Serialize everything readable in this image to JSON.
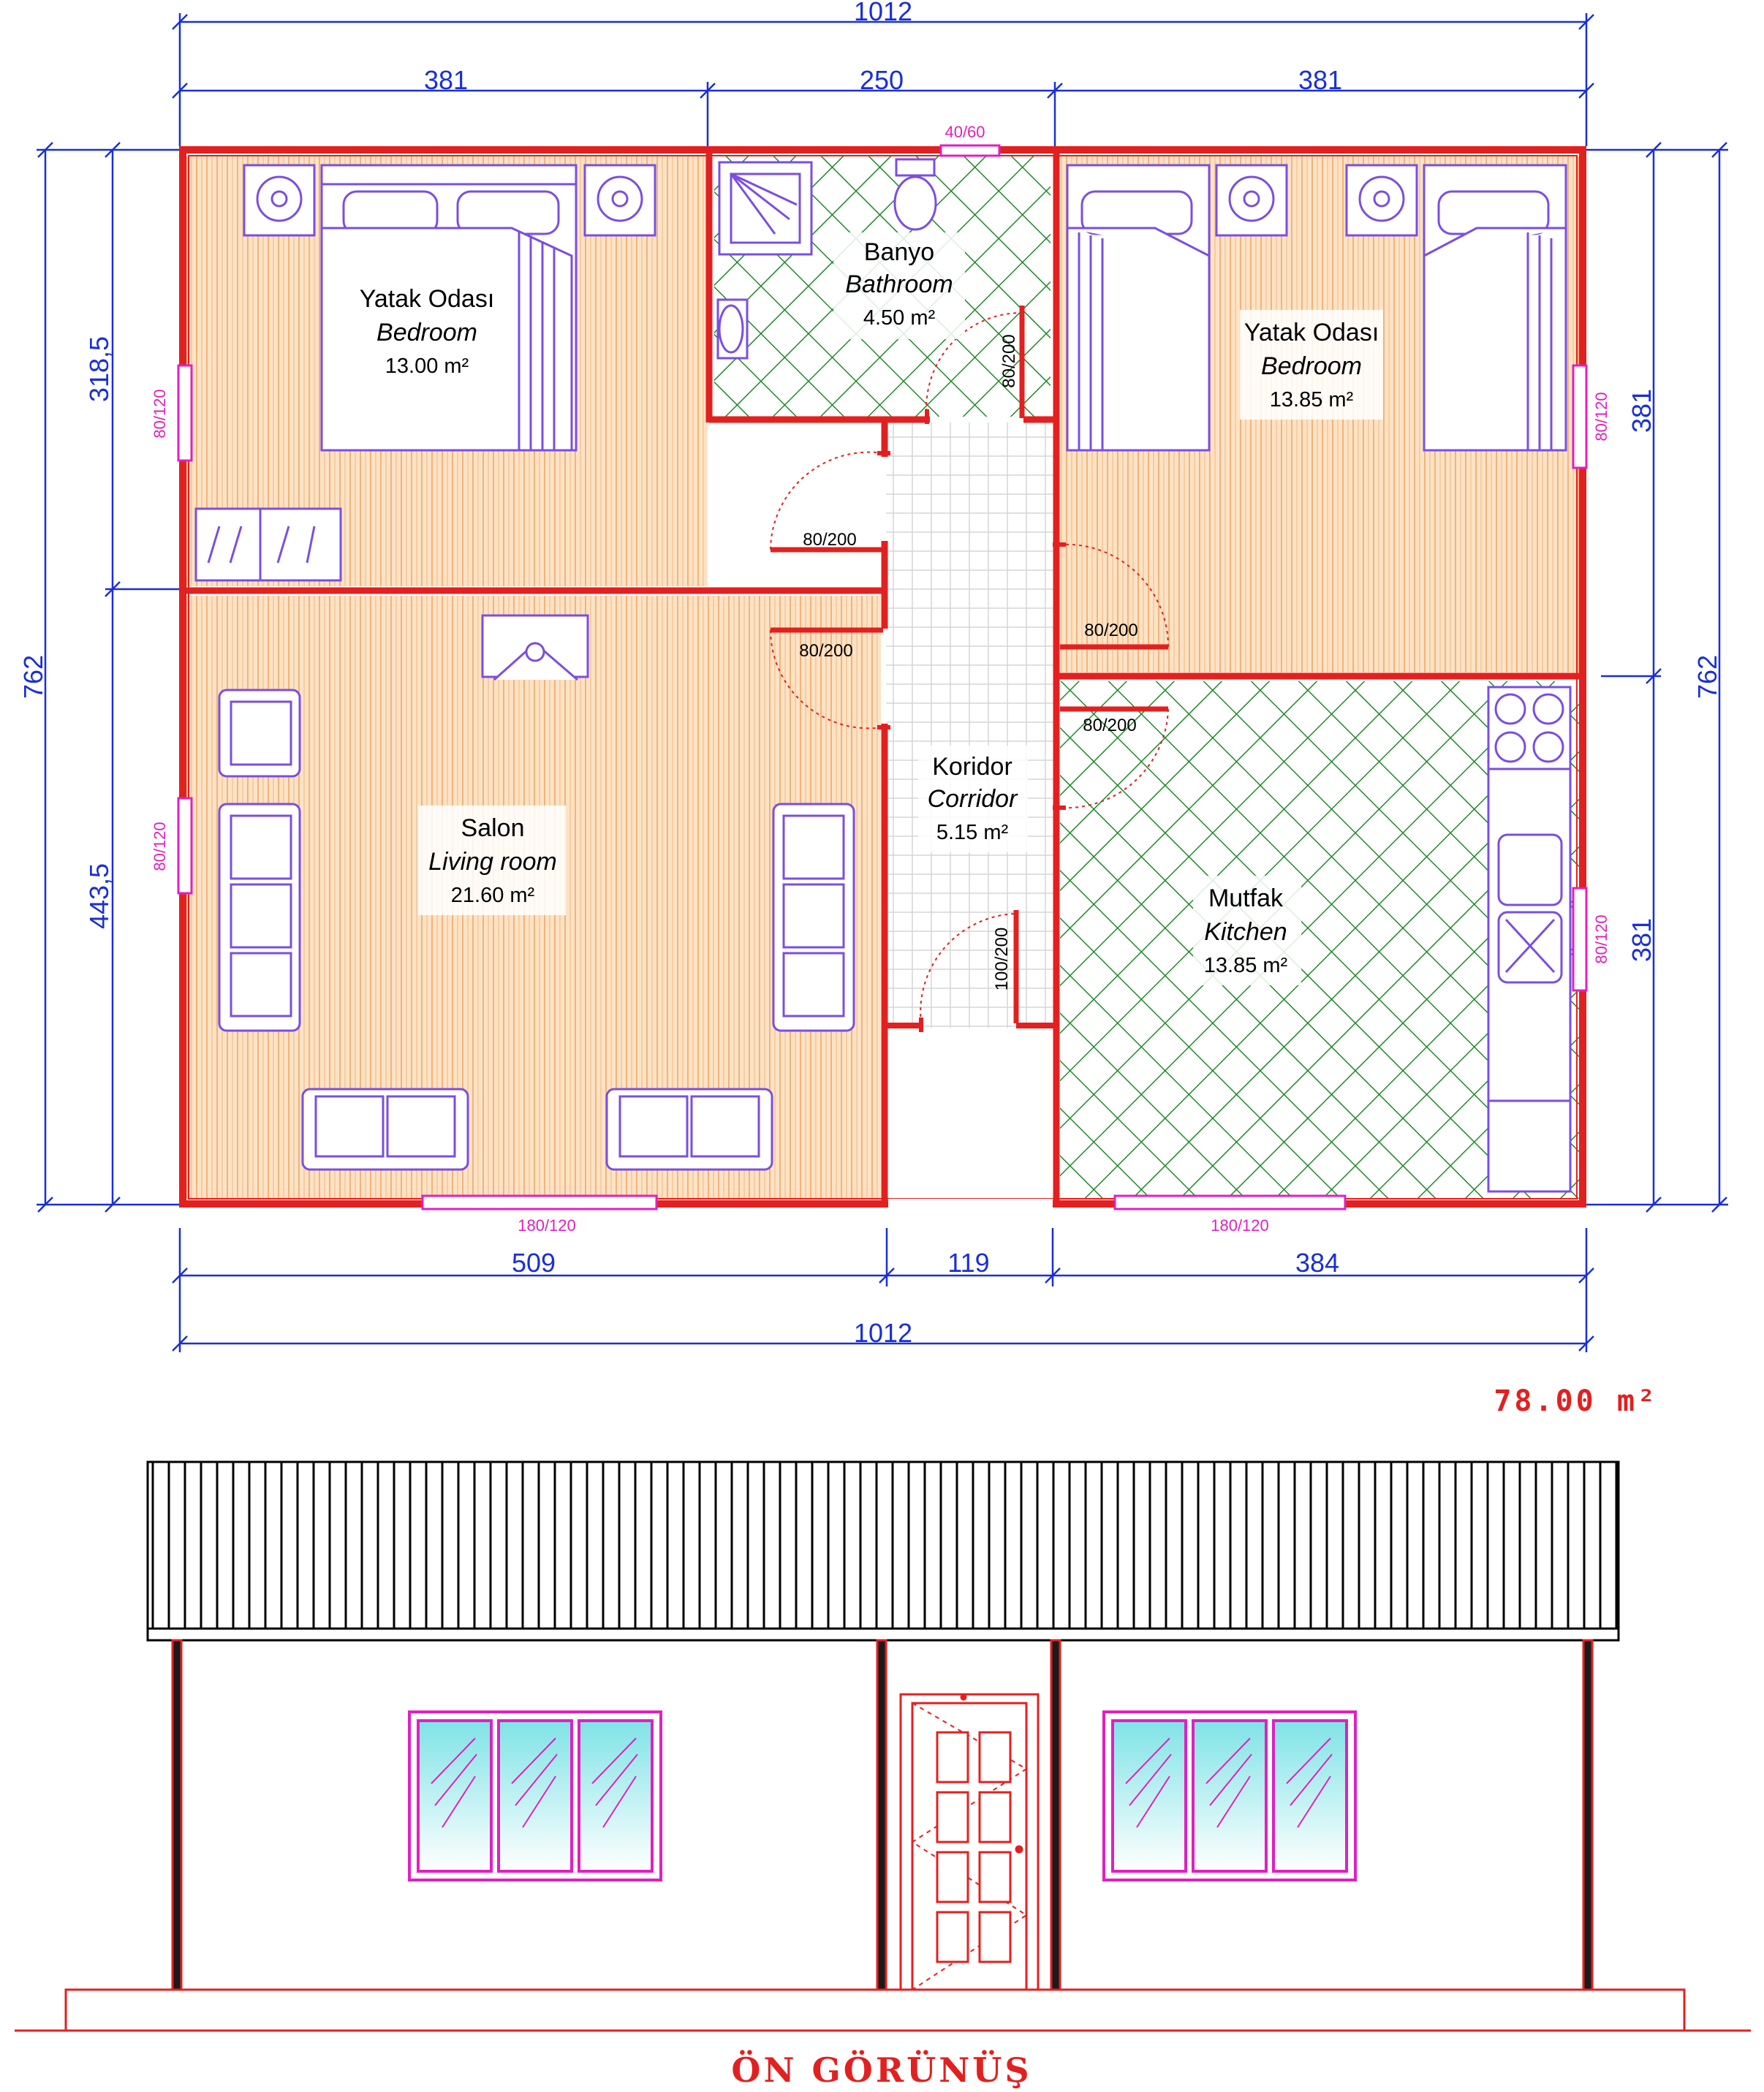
{
  "dimensions": {
    "top_overall": "1012",
    "top_left": "381",
    "top_middle": "250",
    "top_right": "381",
    "bottom_left": "509",
    "bottom_middle": "119",
    "bottom_right": "384",
    "bottom_overall": "1012",
    "left_overall": "762",
    "left_upper": "318,5",
    "left_lower": "443,5",
    "right_overall": "762",
    "right_upper": "381",
    "right_lower": "381"
  },
  "openings": {
    "bathroom_window": "40/60",
    "bedroom1_window": "80/120",
    "living_window_side": "80/120",
    "bedroom2_window": "80/120",
    "kitchen_window_side": "80/120",
    "living_window_front": "180/120",
    "kitchen_window_front": "180/120",
    "door_bathroom": "80/200",
    "door_bedroom1": "80/200",
    "door_living": "80/200",
    "door_bedroom2": "80/200",
    "door_kitchen": "80/200",
    "door_entrance": "100/200"
  },
  "rooms": {
    "bedroom1": {
      "tr": "Yatak Odası",
      "en": "Bedroom",
      "area": "13.00 m²"
    },
    "bathroom": {
      "tr": "Banyo",
      "en": "Bathroom",
      "area": "4.50 m²"
    },
    "bedroom2": {
      "tr": "Yatak Odası",
      "en": "Bedroom",
      "area": "13.85 m²"
    },
    "living": {
      "tr": "Salon",
      "en": "Living room",
      "area": "21.60 m²"
    },
    "corridor": {
      "tr": "Koridor",
      "en": "Corridor",
      "area": "5.15 m²"
    },
    "kitchen": {
      "tr": "Mutfak",
      "en": "Kitchen",
      "area": "13.85 m²"
    }
  },
  "total_area": "78.00 m²",
  "front_view_title": "ÖN GÖRÜNÜŞ",
  "colors": {
    "wall": "#e32020",
    "dimension": "#1a2fd6",
    "furniture": "#7a4fe0",
    "opening": "#e020c0",
    "wood_floor": "#fbd7b0",
    "tile_grid": "#1f8a2a"
  }
}
